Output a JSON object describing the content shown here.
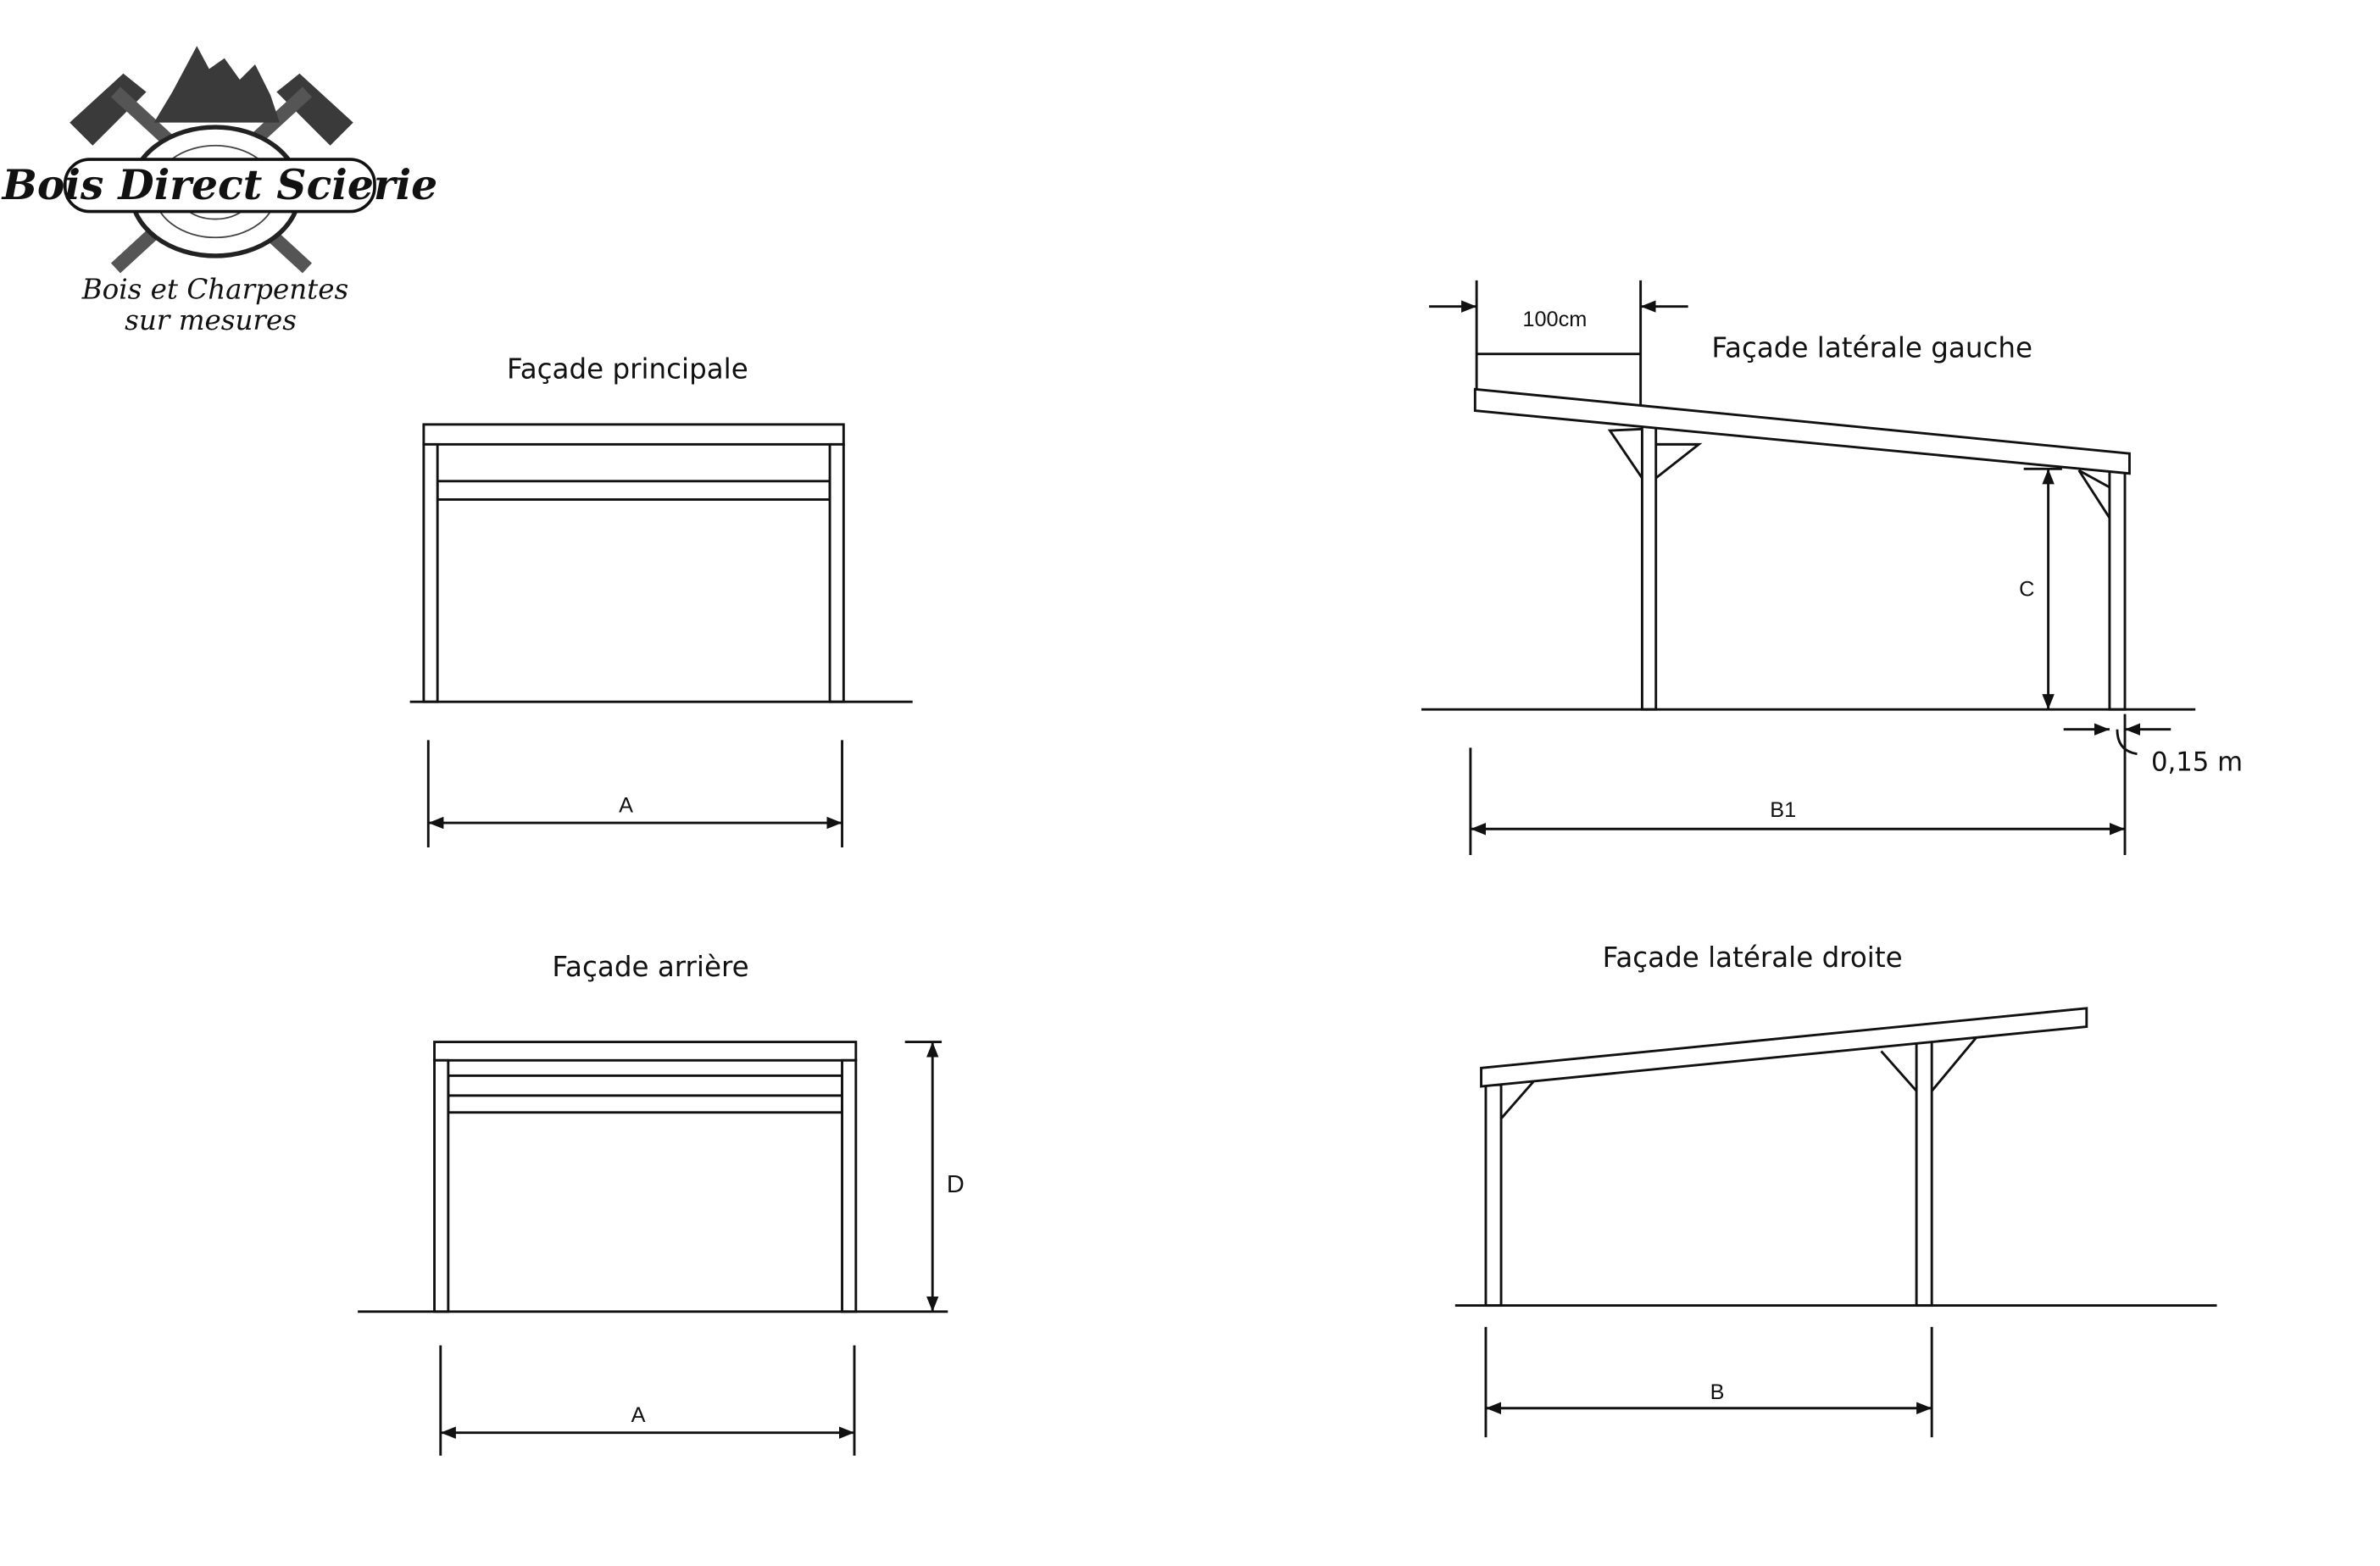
{
  "logo": {
    "brand": "Bois Direct Scierie",
    "tagline_1": "Bois et Charpentes",
    "tagline_2": "sur mesures"
  },
  "views": {
    "front": {
      "title": "Façade principale",
      "dim_width": "A"
    },
    "rear": {
      "title": "Façade arrière",
      "dim_width": "A",
      "dim_height": "D"
    },
    "left": {
      "title": "Façade latérale gauche",
      "dim_overhang": "100cm",
      "dim_height": "C",
      "dim_offset": "0,15 m",
      "dim_width": "B1"
    },
    "right": {
      "title": "Façade latérale droite",
      "dim_width": "B"
    }
  }
}
